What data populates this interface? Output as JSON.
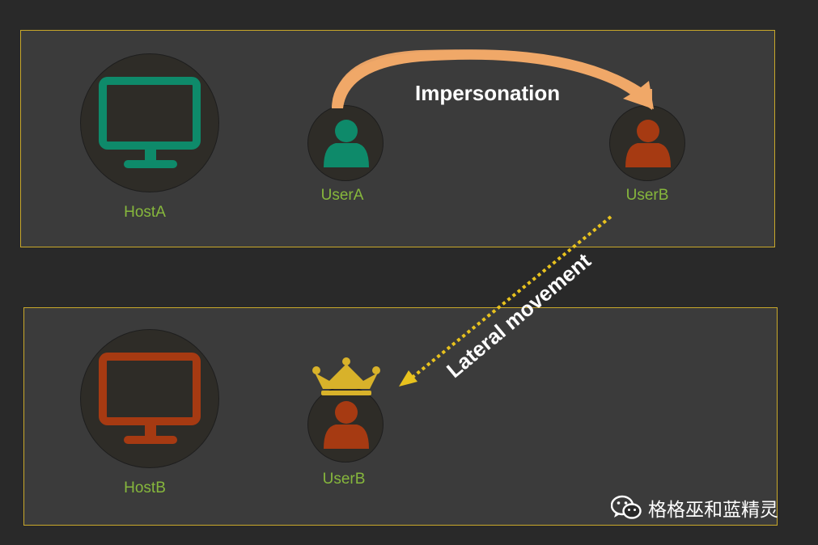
{
  "nodes": {
    "host_a": {
      "label": "HostA",
      "icon": "monitor-icon",
      "color": "#0e8a6a"
    },
    "user_a": {
      "label": "UserA",
      "icon": "user-icon",
      "color": "#0e8a6a"
    },
    "user_b_top": {
      "label": "UserB",
      "icon": "user-icon",
      "color": "#a63a12"
    },
    "host_b": {
      "label": "HostB",
      "icon": "monitor-icon",
      "color": "#a63a12"
    },
    "user_b_bottom": {
      "label": "UserB",
      "icon": "user-icon",
      "color": "#a63a12",
      "badge": "crown-icon"
    }
  },
  "edges": {
    "impersonation": {
      "label": "Impersonation",
      "from": "UserA",
      "to": "UserB"
    },
    "lateral": {
      "label": "Lateral movement",
      "from": "UserB",
      "to": "UserB",
      "style": "dotted"
    }
  },
  "colors": {
    "label_green": "#86b73c",
    "panel_border": "#c8a82a",
    "arrow_orange": "#f0a868",
    "dotted_yellow": "#e8c21e",
    "crown_gold": "#d8b22a"
  },
  "watermark": {
    "text": "格格巫和蓝精灵",
    "icon": "wechat-icon"
  }
}
